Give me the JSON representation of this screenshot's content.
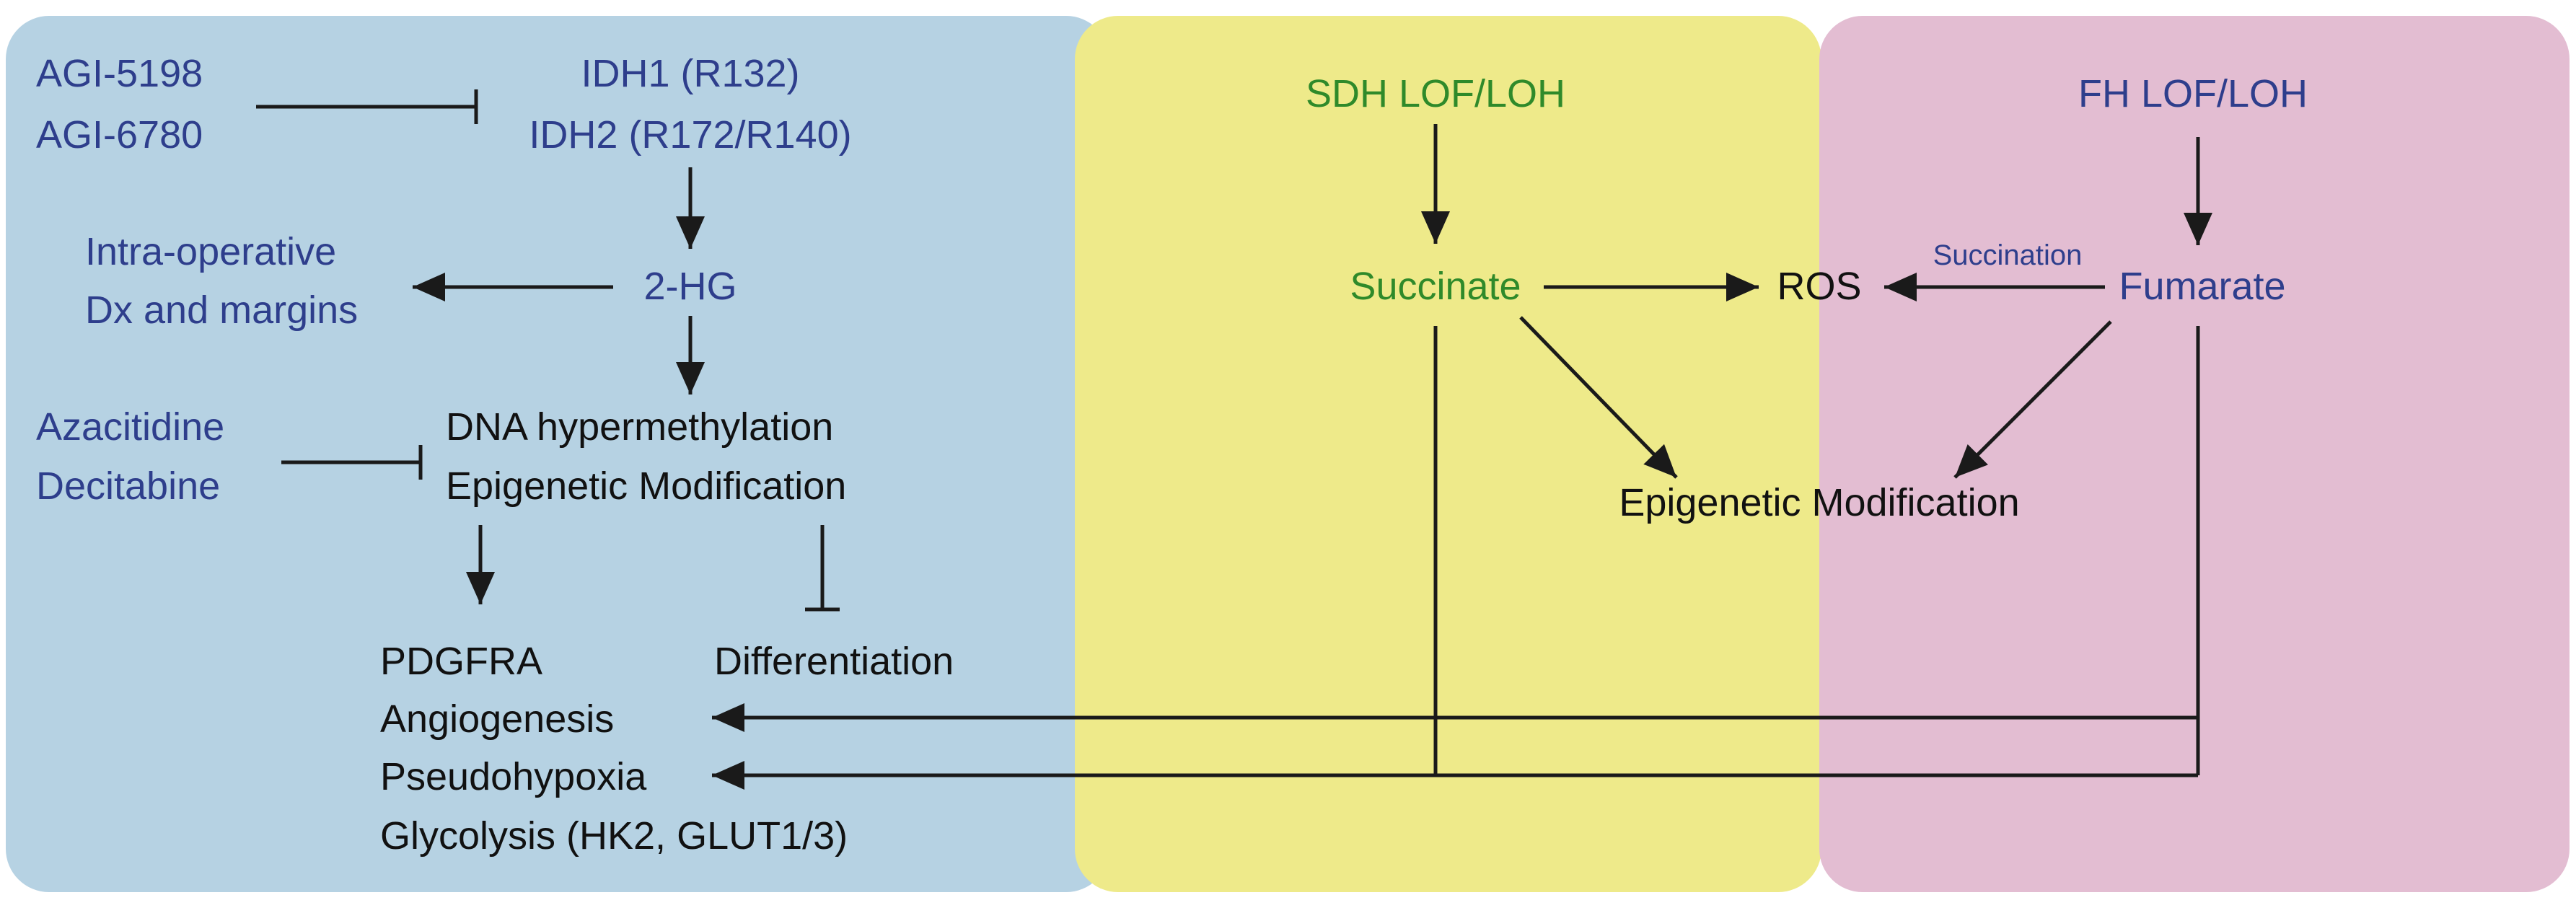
{
  "colors": {
    "panel_idh": "#b6d2e3",
    "panel_sdh": "#eeea8a",
    "panel_fh": "#e3bdd2",
    "text_blue": "#2e3e8c",
    "text_green": "#2f8a2a",
    "text_dark": "#111111"
  },
  "idh_panel": {
    "inhibitor_1": "AGI-5198",
    "inhibitor_2": "AGI-6780",
    "idh1": "IDH1 (R132)",
    "idh2": "IDH2 (R172/R140)",
    "intraop_line1": "Intra-operative",
    "intraop_line2": "Dx and margins",
    "two_hg": "2-HG",
    "aza": "Azacitidine",
    "decitabine": "Decitabine",
    "dna_hyper": "DNA hypermethylation",
    "epigenetic": "Epigenetic Modification",
    "pdgfra": "PDGFRA",
    "differentiation": "Differentiation",
    "angiogenesis": "Angiogenesis",
    "pseudohypoxia": "Pseudohypoxia",
    "glycolysis": "Glycolysis (HK2, GLUT1/3)"
  },
  "sdh_panel": {
    "sdh": "SDH LOF/LOH",
    "succinate": "Succinate",
    "ros": "ROS",
    "epigenetic": "Epigenetic Modification"
  },
  "fh_panel": {
    "fh": "FH LOF/LOH",
    "succination": "Succination",
    "fumarate": "Fumarate"
  }
}
